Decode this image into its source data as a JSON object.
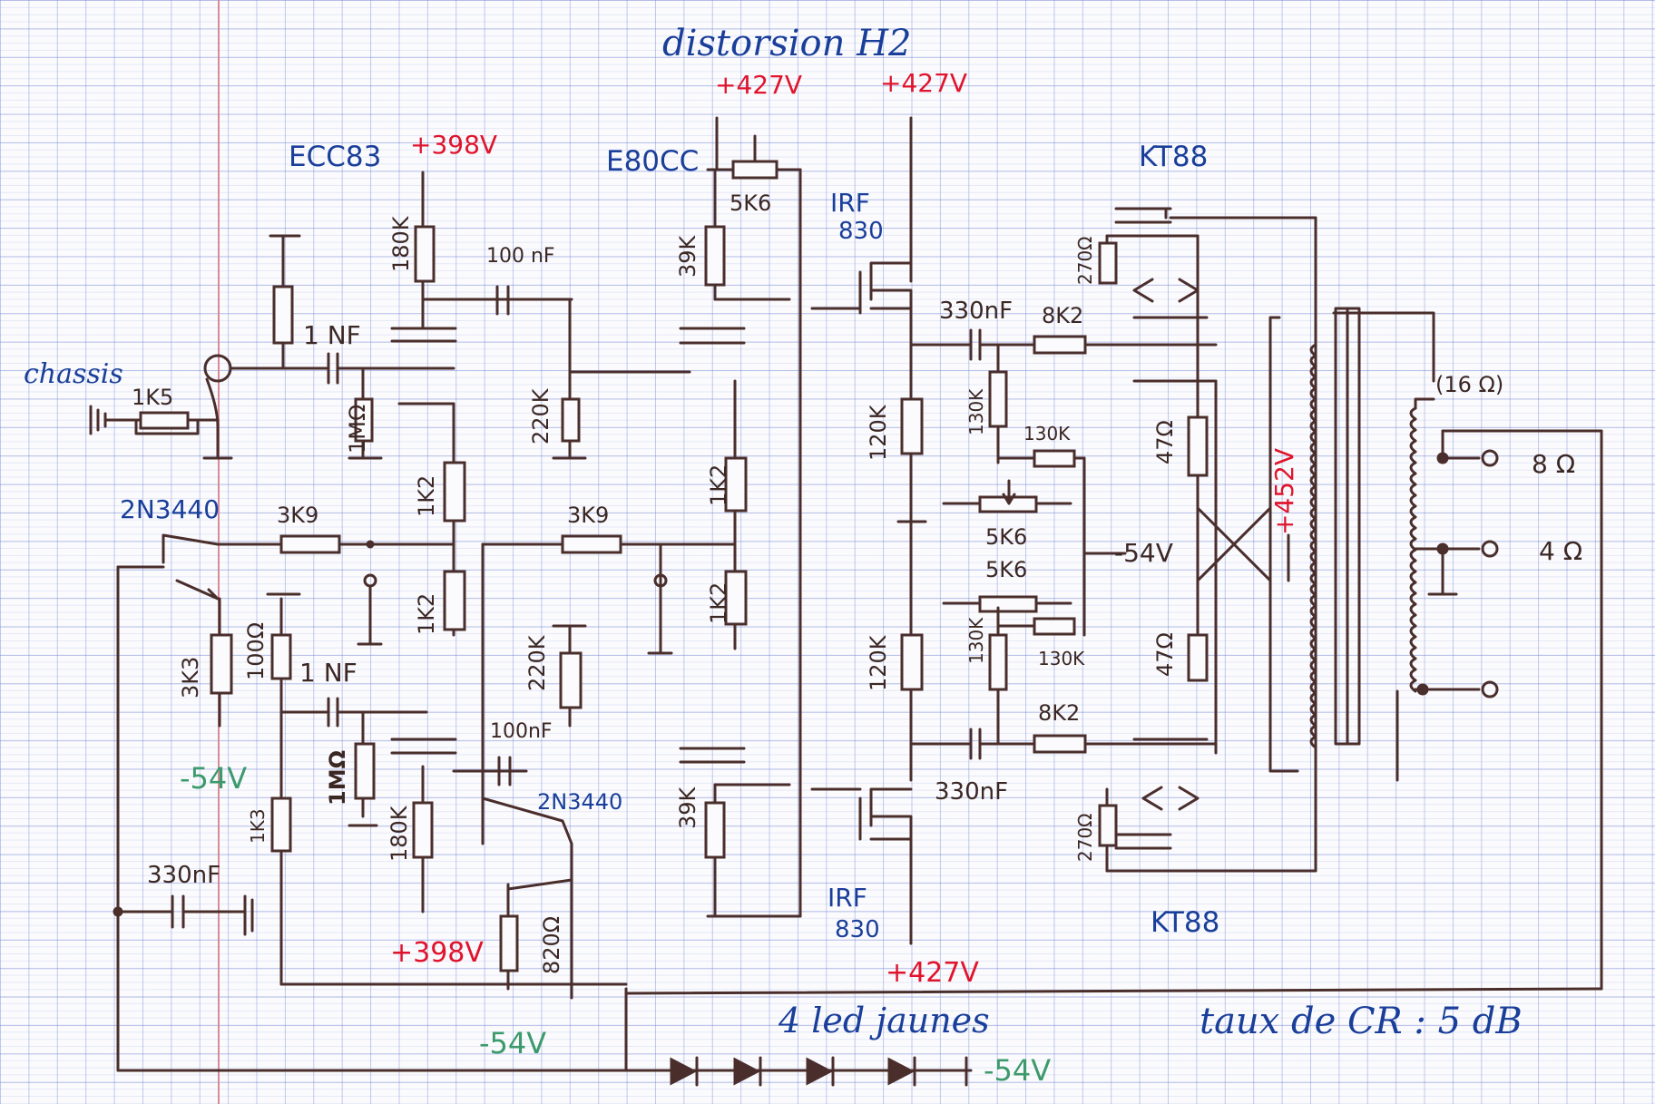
{
  "title": "distorsion H2",
  "heading_color": "#1a3f9a",
  "supply_color": "#e0142c",
  "bias_color": "#3c9a6c",
  "ink_color": "#4a2e2c",
  "tubes": {
    "input": "ECC83",
    "driver": "E80CC",
    "output_top": "KT88",
    "output_bottom": "KT88"
  },
  "transistors": {
    "q1": "2N3440",
    "q2": "2N3440"
  },
  "mosfets": {
    "top_name": "IRF",
    "top_num": "830",
    "bottom_name": "IRF",
    "bottom_num": "830"
  },
  "supplies": {
    "v398_top": "+398V",
    "v398_bottom": "+398V",
    "v427_pot": "+427V",
    "v427_top": "+427V",
    "v427_bottom": "+427V",
    "v452": "+452V",
    "vneg_left": "-54V",
    "vneg_bottom": "-54V",
    "vneg_leds": "-54V",
    "vneg_right": "-54V"
  },
  "resistors": {
    "r180k_top": "180K",
    "r1k5": "1K5",
    "r1meg_top": "1MΩ",
    "r220k_top": "220K",
    "r1k2_a": "1K2",
    "r1k2_b": "1K2",
    "r3k9_left": "3K9",
    "r3k3": "3K3",
    "r100": "100Ω",
    "r1meg_bottom": "1MΩ",
    "r180k_bottom": "180K",
    "r1k3": "1K3",
    "r820": "820Ω",
    "r220k_mid": "220K",
    "r3k9_right": "3K9",
    "r1k2_c": "1K2",
    "r1k2_d": "1K2",
    "r39k_top": "39K",
    "r39k_bottom": "39K",
    "pot_5k6_top": "5K6",
    "r120k_top": "120K",
    "r120k_bottom": "120K",
    "r130k_a": "130K",
    "r130k_b": "130K",
    "r130k_c": "130K",
    "r130k_d": "130K",
    "pot_5k6_a": "5K6",
    "pot_5k6_b": "5K6",
    "r8k2_top": "8K2",
    "r8k2_bottom": "8K2",
    "r47_top": "47Ω",
    "r47_bottom": "47Ω",
    "r270_top": "270Ω",
    "r270_bottom": "270Ω"
  },
  "capacitors": {
    "c1nf_top": "1 NF",
    "c1nf_bottom": "1 NF",
    "c100nf_top": "100 nF",
    "c100nf_bottom": "100nF",
    "c330nf_top": "330nF",
    "c330nf_bottom": "330nF",
    "c330nf_left": "330nF"
  },
  "transformer": {
    "secondary": "(16 Ω)",
    "tap_8": "8 Ω",
    "tap_4": "4 Ω"
  },
  "notes": {
    "chassis": "chassis",
    "leds": "4 led jaunes",
    "feedback": "taux de CR : 5 dB"
  }
}
